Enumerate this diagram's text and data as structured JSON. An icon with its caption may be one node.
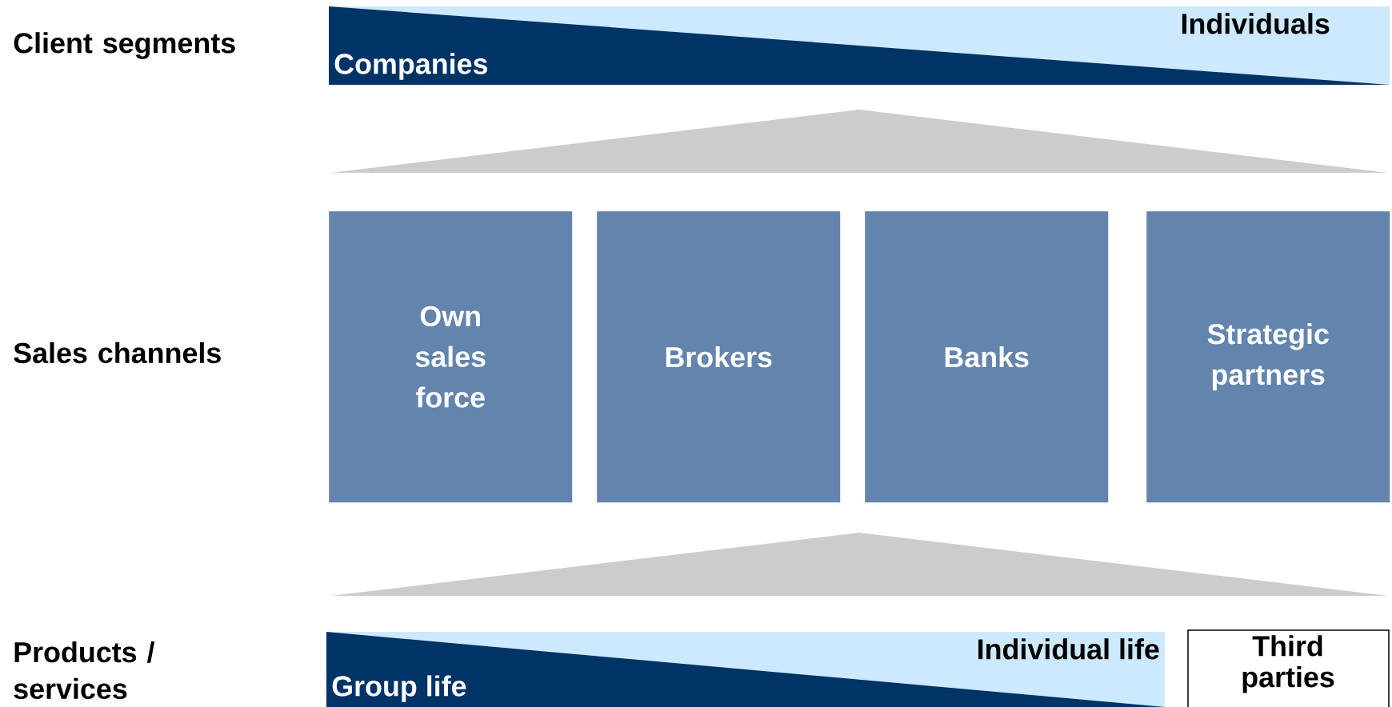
{
  "diagram": {
    "nodes": [
      {
        "text": [
          "Companies",
          "Individuals"
        ]
      },
      {
        "text": [],
        "shape": "triangle"
      },
      {
        "text": [
          "Own sales force"
        ]
      },
      {
        "text": [
          "Brokers"
        ]
      },
      {
        "text": [
          "Banks"
        ]
      },
      {
        "text": [
          "Strategic partners"
        ]
      },
      {
        "text": [],
        "shape": "triangle"
      },
      {
        "text": [
          "Group life",
          "Individual life"
        ]
      },
      {
        "text": [
          "Third parties"
        ]
      }
    ],
    "labels": [
      "Client segments",
      "Sales channels",
      "Products / services"
    ]
  }
}
